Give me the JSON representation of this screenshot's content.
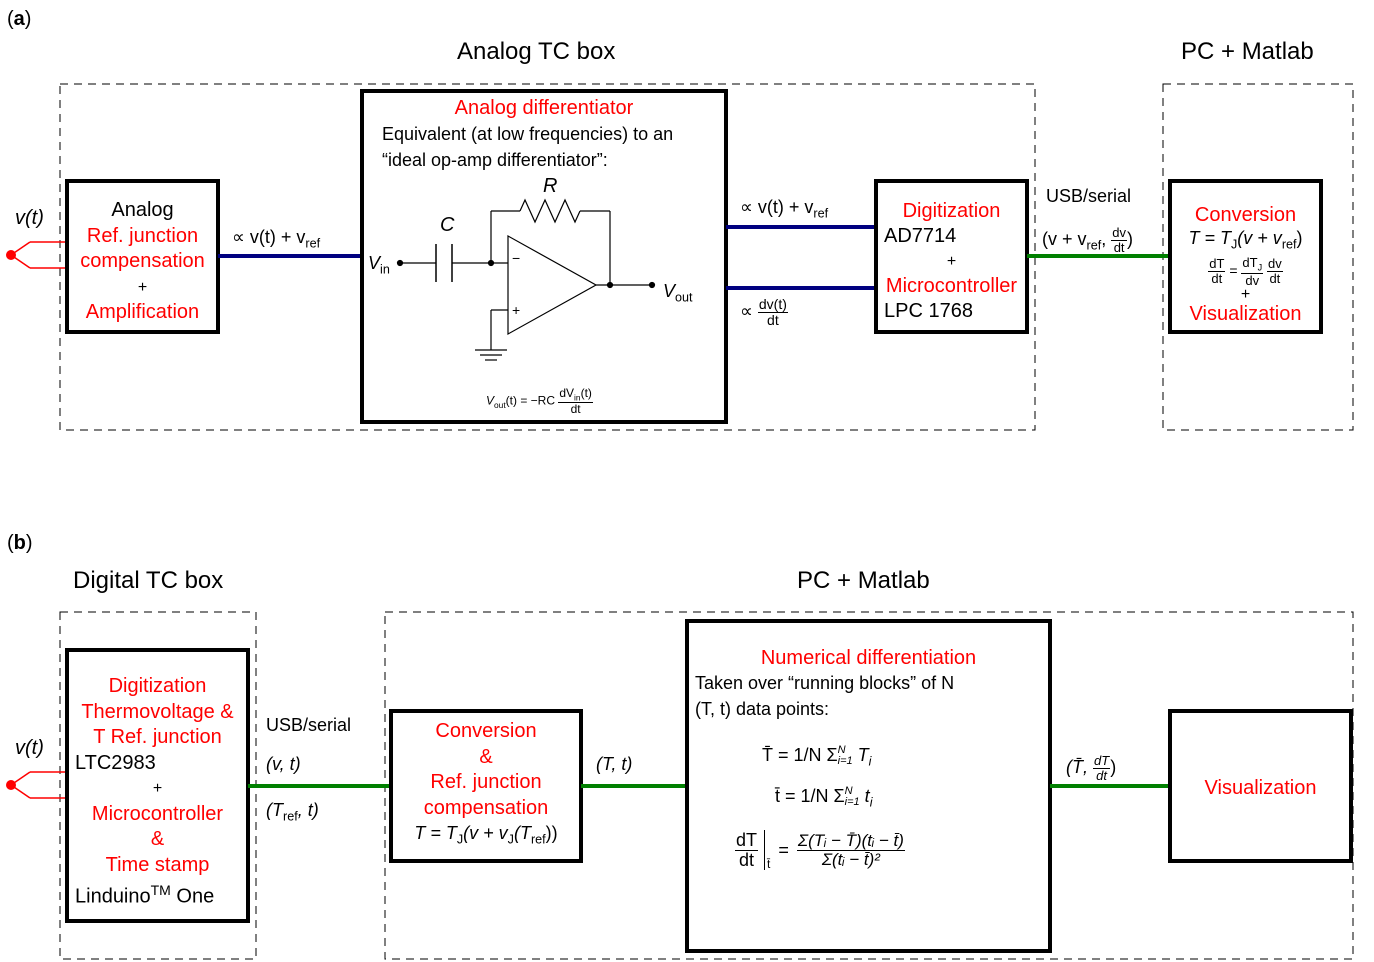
{
  "colors": {
    "red": "#ff0000",
    "blue": "#000080",
    "green": "#008000"
  },
  "panel_a": {
    "label_bold": "a",
    "group_analog_title": "Analog TC box",
    "group_pc_title": "PC + Matlab",
    "input": "v(t)",
    "block1": {
      "line1": "Analog",
      "line2": "Ref. junction",
      "line3": "compensation",
      "line4": "+",
      "line5": "Amplification"
    },
    "wire1_label": "∝ v(t) + v",
    "wire1_sub": "ref",
    "diff": {
      "title": "Analog differentiator",
      "desc1": "Equivalent (at low frequencies) to an",
      "desc2": "“ideal op-amp differentiator”:",
      "R": "R",
      "C": "C",
      "vin": "V",
      "vin_sub": "in",
      "vout": "V",
      "vout_sub": "out",
      "minus": "−",
      "plus": "+",
      "formula_lhs": "V",
      "formula_lhs_sub": "out",
      "formula_mid": "(t) = −RC",
      "formula_num": "dV",
      "formula_num_sub": "in",
      "formula_num_tail": "(t)",
      "formula_den": "dt"
    },
    "wire2_label": "∝ v(t) + v",
    "wire2_sub": "ref",
    "wire3_prefix": "∝",
    "wire3_num": "dv(t)",
    "wire3_den": "dt",
    "digit": {
      "title": "Digitization",
      "chip": "AD7714",
      "plus": "+",
      "mcu": "Microcontroller",
      "mcu_chip": "LPC 1768"
    },
    "usb": "USB/serial",
    "usb_tuple_a": "(v + v",
    "usb_tuple_sub": "ref",
    "usb_tuple_b": ",",
    "usb_num": "dv",
    "usb_den": "dt",
    "usb_close": ")",
    "conv": {
      "title": "Conversion",
      "eq1": "T = T",
      "eq1_sub": "J",
      "eq1_tail": "(v + v",
      "eq1_sub2": "ref",
      "eq1_close": ")",
      "eq2_n1": "dT",
      "eq2_d1": "dt",
      "eq2_eq": "=",
      "eq2_n2": "dT",
      "eq2_n2_sub": "J",
      "eq2_d2": "dv",
      "eq2_n3": "dv",
      "eq2_d3": "dt",
      "plus": "+",
      "vis": "Visualization"
    }
  },
  "panel_b": {
    "label_bold": "b",
    "group_digital_title": "Digital TC box",
    "group_pc_title": "PC + Matlab",
    "input": "v(t)",
    "block1": {
      "l1": "Digitization",
      "l2": "Thermovoltage &",
      "l3": "T Ref. junction",
      "l4": "LTC2983",
      "l5": "+",
      "l6": "Microcontroller",
      "l7": "&",
      "l8": "Time stamp",
      "l9": "Linduino",
      "l9_sup": "TM",
      "l9_tail": " One"
    },
    "usb": "USB/serial",
    "tuple1": "(v, t)",
    "tuple2_a": "(T",
    "tuple2_sub": "ref",
    "tuple2_b": ", t)",
    "conv": {
      "l1": "Conversion",
      "l2": "&",
      "l3": "Ref. junction",
      "l4": "compensation",
      "eq": "T = T",
      "eq_sub": "J",
      "eq_tail": "(v + v",
      "eq_sub2": "J",
      "eq_tail2": "(T",
      "eq_sub3": "ref",
      "eq_close": "))"
    },
    "tuple3": "(T, t)",
    "num": {
      "title": "Numerical differentiation",
      "desc1": "Taken over “running blocks” of N",
      "desc2": "(T, t) data points:",
      "eqT": "T̄ = 1/N Σ",
      "eqT_lim": "N",
      "eqT_lim_low": "i=1",
      "eqT_tail": "T",
      "eqT_tail_sub": "i",
      "eqt": "t̄ = 1/N Σ",
      "eqt_tail": "t",
      "eqt_tail_sub": "i",
      "deriv_num": "dT",
      "deriv_den": "dt",
      "deriv_eval": "t̄",
      "deriv_eq": "=",
      "deriv_rnum": "Σ(Tᵢ − T̄)(tᵢ − t̄)",
      "deriv_rden": "Σ(tᵢ − t̄)²"
    },
    "tuple4_a": "(T̄,",
    "tuple4_num": "dT",
    "tuple4_den": "dt",
    "tuple4_close": ")",
    "vis": "Visualization"
  }
}
